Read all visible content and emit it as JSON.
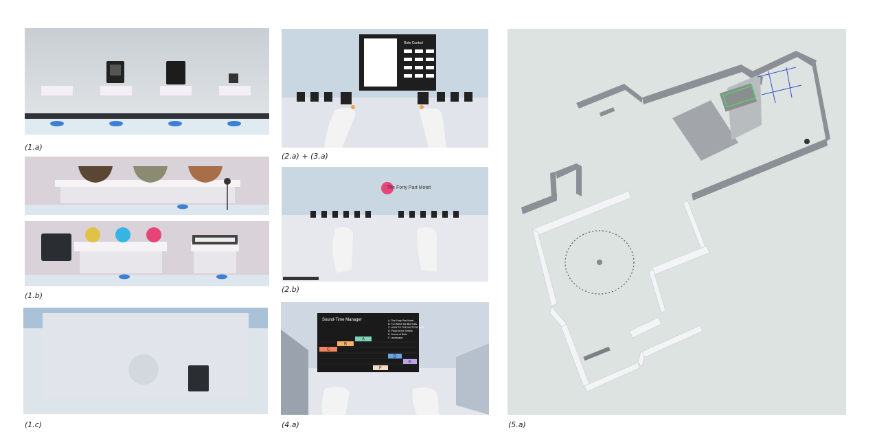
{
  "captions": {
    "c1a": "(1.a)",
    "c1b": "(1.b)",
    "c1c": "(1.c)",
    "c2a3a": "(2.a) + (3.a)",
    "c2b": "(2.b)",
    "c4a": "(4.a)",
    "c5a": "(5.a)"
  },
  "scene_2a": {
    "panel_title": "Role Control"
  },
  "scene_2b": {
    "sign_text": "The Forty Part Motet"
  },
  "scene_4a": {
    "title": "Sound-Time Manager",
    "legend": [
      "A. The Forty Part Motet",
      "B. For Which the Bell Tolls",
      "C. HOW TO THE MOTTOR BAR",
      "D. Pistol of the Streets",
      "E. Sound of Bells",
      "F. Landscape"
    ],
    "blocks": [
      "A",
      "B",
      "C",
      "D",
      "E",
      "F"
    ],
    "colors": {
      "A": "#7fd1b9",
      "B": "#f7b267",
      "C": "#f4845f",
      "D": "#6aa6e6",
      "E": "#b8a6e6",
      "F": "#f4dcc8"
    }
  }
}
